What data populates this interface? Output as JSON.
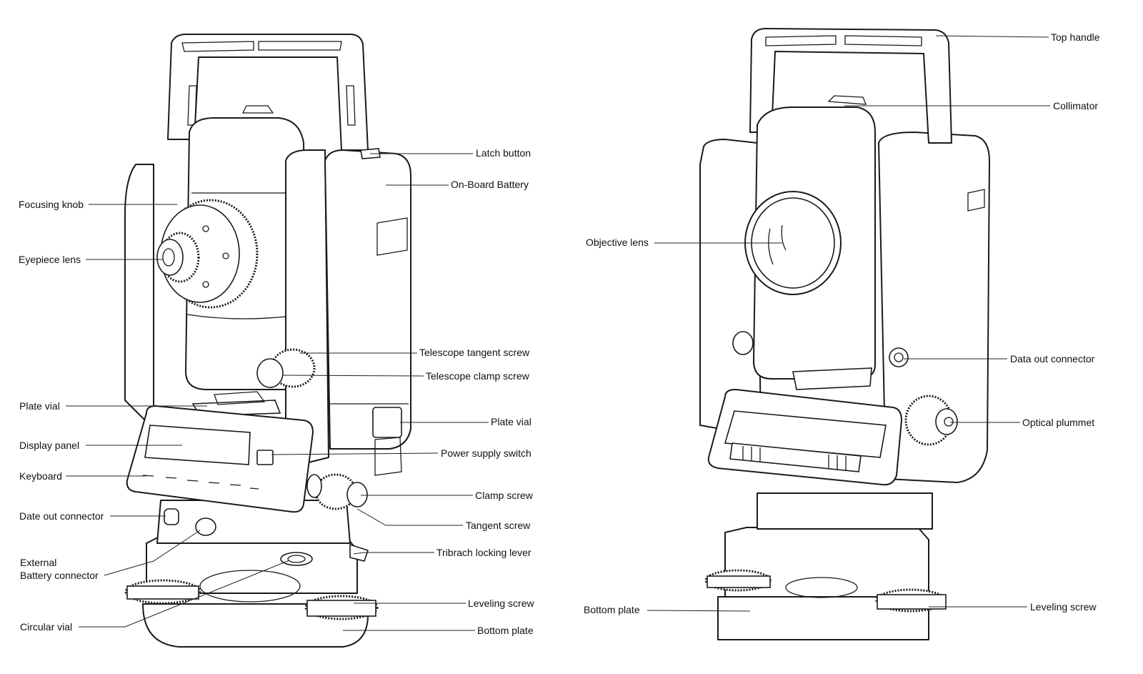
{
  "front_view": {
    "labels": {
      "latch_button": "Latch button",
      "onboard_battery": "On-Board Battery",
      "focusing_knob": "Focusing knob",
      "eyepiece_lens": "Eyepiece lens",
      "telescope_tangent_screw": "Telescope tangent screw",
      "telescope_clamp_screw": "Telescope clamp screw",
      "plate_vial_left": "Plate vial",
      "plate_vial_right": "Plate vial",
      "display_panel": "Display panel",
      "power_supply_switch": "Power supply switch",
      "keyboard": "Keyboard",
      "clamp_screw": "Clamp screw",
      "date_out_connector": "Date out connector",
      "tangent_screw": "Tangent screw",
      "tribrach_locking_lever": "Tribrach locking lever",
      "external_battery_line1": "External",
      "external_battery_line2": "Battery connector",
      "leveling_screw": "Leveling screw",
      "circular_vial": "Circular vial",
      "bottom_plate": "Bottom plate"
    }
  },
  "back_view": {
    "labels": {
      "top_handle": "Top handle",
      "collimator": "Collimator",
      "objective_lens": "Objective lens",
      "data_out_connector": "Data out connector",
      "optical_plummet": "Optical plummet",
      "bottom_plate": "Bottom plate",
      "leveling_screw": "Leveling screw"
    }
  }
}
